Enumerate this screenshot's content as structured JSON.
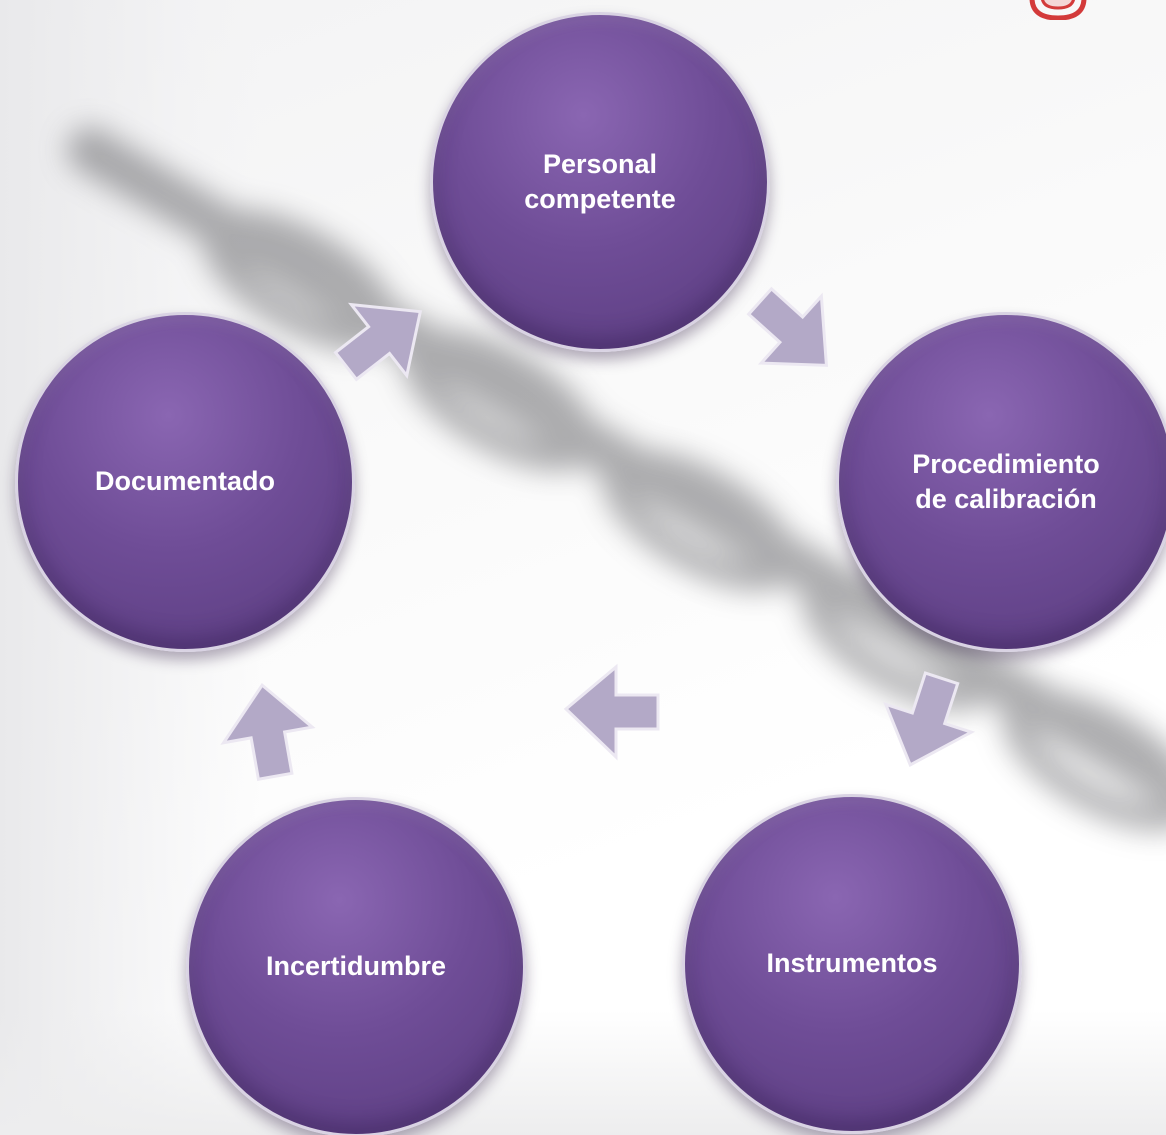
{
  "diagram": {
    "nodes": [
      {
        "id": "personal",
        "label": "Personal\ncompetente"
      },
      {
        "id": "procedimiento",
        "label": "Procedimiento\nde calibración"
      },
      {
        "id": "instrumentos",
        "label": "Instrumentos"
      },
      {
        "id": "incertidumbre",
        "label": "Incertidumbre"
      },
      {
        "id": "documentado",
        "label": "Documentado"
      }
    ]
  },
  "colors": {
    "node_fill": "#6f4d97",
    "node_border": "#d9d3e3",
    "arrow_fill": "#b3a9c7",
    "logo_accent": "#d33a3a"
  }
}
